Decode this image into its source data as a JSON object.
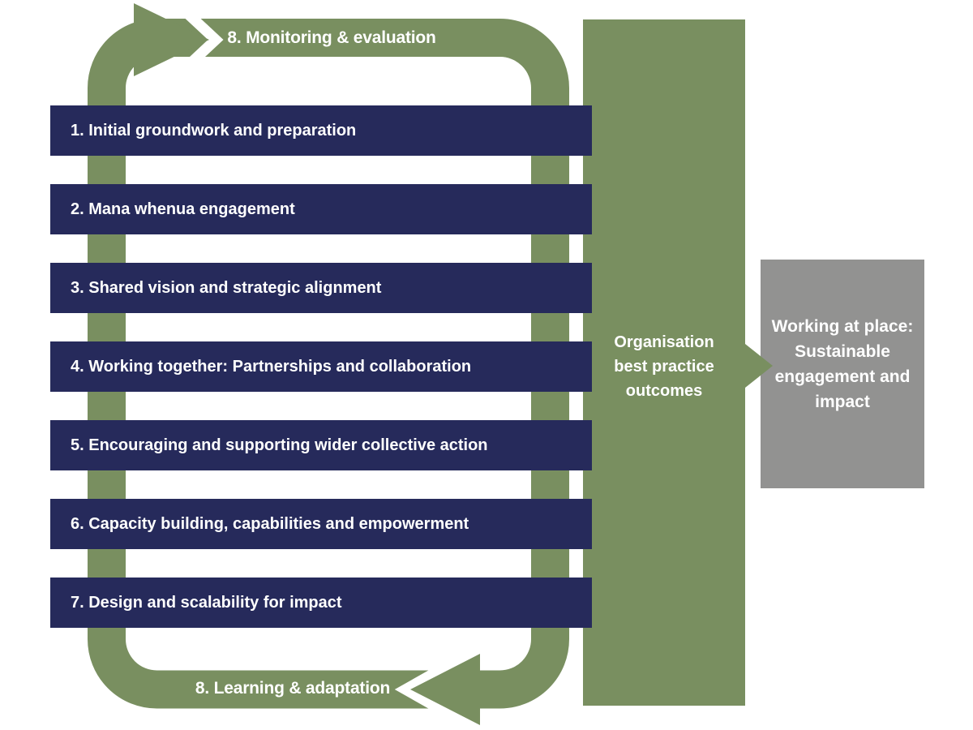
{
  "diagram": {
    "loop": {
      "top_label": "8. Monitoring & evaluation",
      "bottom_label": "8. Learning & adaptation"
    },
    "steps": [
      "1. Initial groundwork and preparation",
      "2. Mana whenua engagement",
      "3. Shared vision and strategic alignment",
      "4. Working together: Partnerships and collaboration",
      "5. Encouraging and supporting wider collective action",
      "6. Capacity building, capabilities and empowerment",
      "7. Design and scalability for impact"
    ],
    "outcome_column": {
      "text": "Organisation best practice outcomes",
      "lines": [
        "Organisation",
        "best practice",
        "outcomes"
      ]
    },
    "result_box": {
      "text": "Working at place: Sustainable engagement and impact",
      "lines": [
        "Working at place:",
        "Sustainable",
        "engagement and",
        "impact"
      ]
    },
    "colors": {
      "green": "#798F60",
      "navy": "#262A5B",
      "gray": "#929291",
      "background": "#FFFFFF",
      "text": "#FFFFFF"
    }
  }
}
